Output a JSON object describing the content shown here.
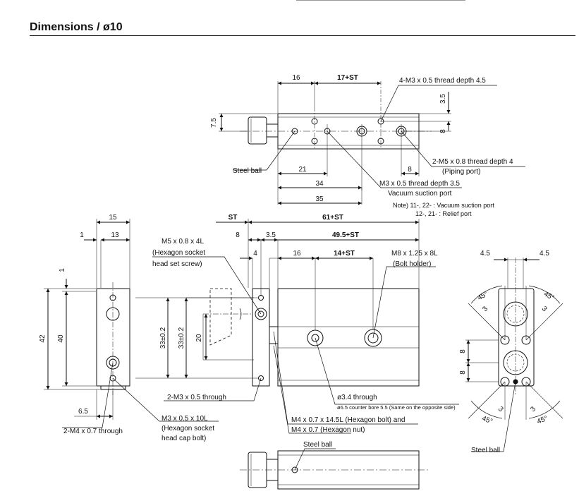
{
  "header": {
    "title": "Dimensions / ø10"
  },
  "top_view": {
    "dims": {
      "d16": "16",
      "d17st": "17+ST",
      "d35v": "3.5",
      "d75": "7.5",
      "d8v": "8",
      "d21": "21",
      "d8h": "8",
      "d34": "34",
      "d35": "35"
    },
    "callouts": {
      "thread_4m3": "4-M3 x 0.5 thread depth 4.5",
      "m5_line1": "2-M5 x 0.8 thread depth 4",
      "m5_line2": "(Piping port)",
      "steel_ball": "Steel ball",
      "m3_line1": "M3 x 0.5 thread depth 3.5",
      "m3_line2": "Vacuum suction port",
      "note_line1": "Note) 11-, 22- : Vacuum suction port",
      "note_line2": "12-, 21- : Relief port"
    }
  },
  "left_view": {
    "dims": {
      "d15": "15",
      "d1": "1",
      "d13": "13",
      "d42": "42",
      "d40": "40",
      "d1v": "1",
      "d65": "6.5"
    },
    "callouts": {
      "m4_through": "2-M4 x 0.7 through",
      "m3_10l_1": "M3 x 0.5 x 10L",
      "m3_10l_2": "(Hexagon socket",
      "m3_10l_3": "head cap bolt)"
    }
  },
  "front_view": {
    "dims": {
      "dST": "ST",
      "d61st": "61+ST",
      "d8": "8",
      "d35": "3.5",
      "d495st": "49.5+ST",
      "d4": "4",
      "d16": "16",
      "d14st": "14+ST",
      "d33a": "33±0.2",
      "d33b": "33±0.2",
      "d20": "20"
    },
    "callouts": {
      "m5_1": "M5 x 0.8 x 4L",
      "m5_2": "(Hexagon socket",
      "m5_3": "head set screw)",
      "m8_1": "M8 x 1.25 x 8L",
      "m8_2": "(Bolt holder)",
      "m3_through": "2-M3 x 0.5 through",
      "d34_1": "ø3.4 through",
      "d34_2": "ø6.5 counter bore 5.5 (Same on the opposite side)",
      "m4_1": "M4 x 0.7 x 14.5L (Hexagon bolt) and",
      "m4_2": "M4 x 0.7 (Hexagon nut)"
    }
  },
  "right_view": {
    "dims": {
      "d45a": "4.5",
      "d45b": "4.5",
      "ang1": "45°",
      "ang2": "45°",
      "ang3": "45°",
      "ang4": "45°",
      "r1": "3",
      "r2": "3",
      "r3": "3",
      "r4": "3",
      "d8a": "8",
      "d8b": "8"
    },
    "callouts": {
      "steel_ball": "Steel ball"
    }
  },
  "bottom_view": {
    "callouts": {
      "steel_ball": "Steel ball"
    }
  }
}
